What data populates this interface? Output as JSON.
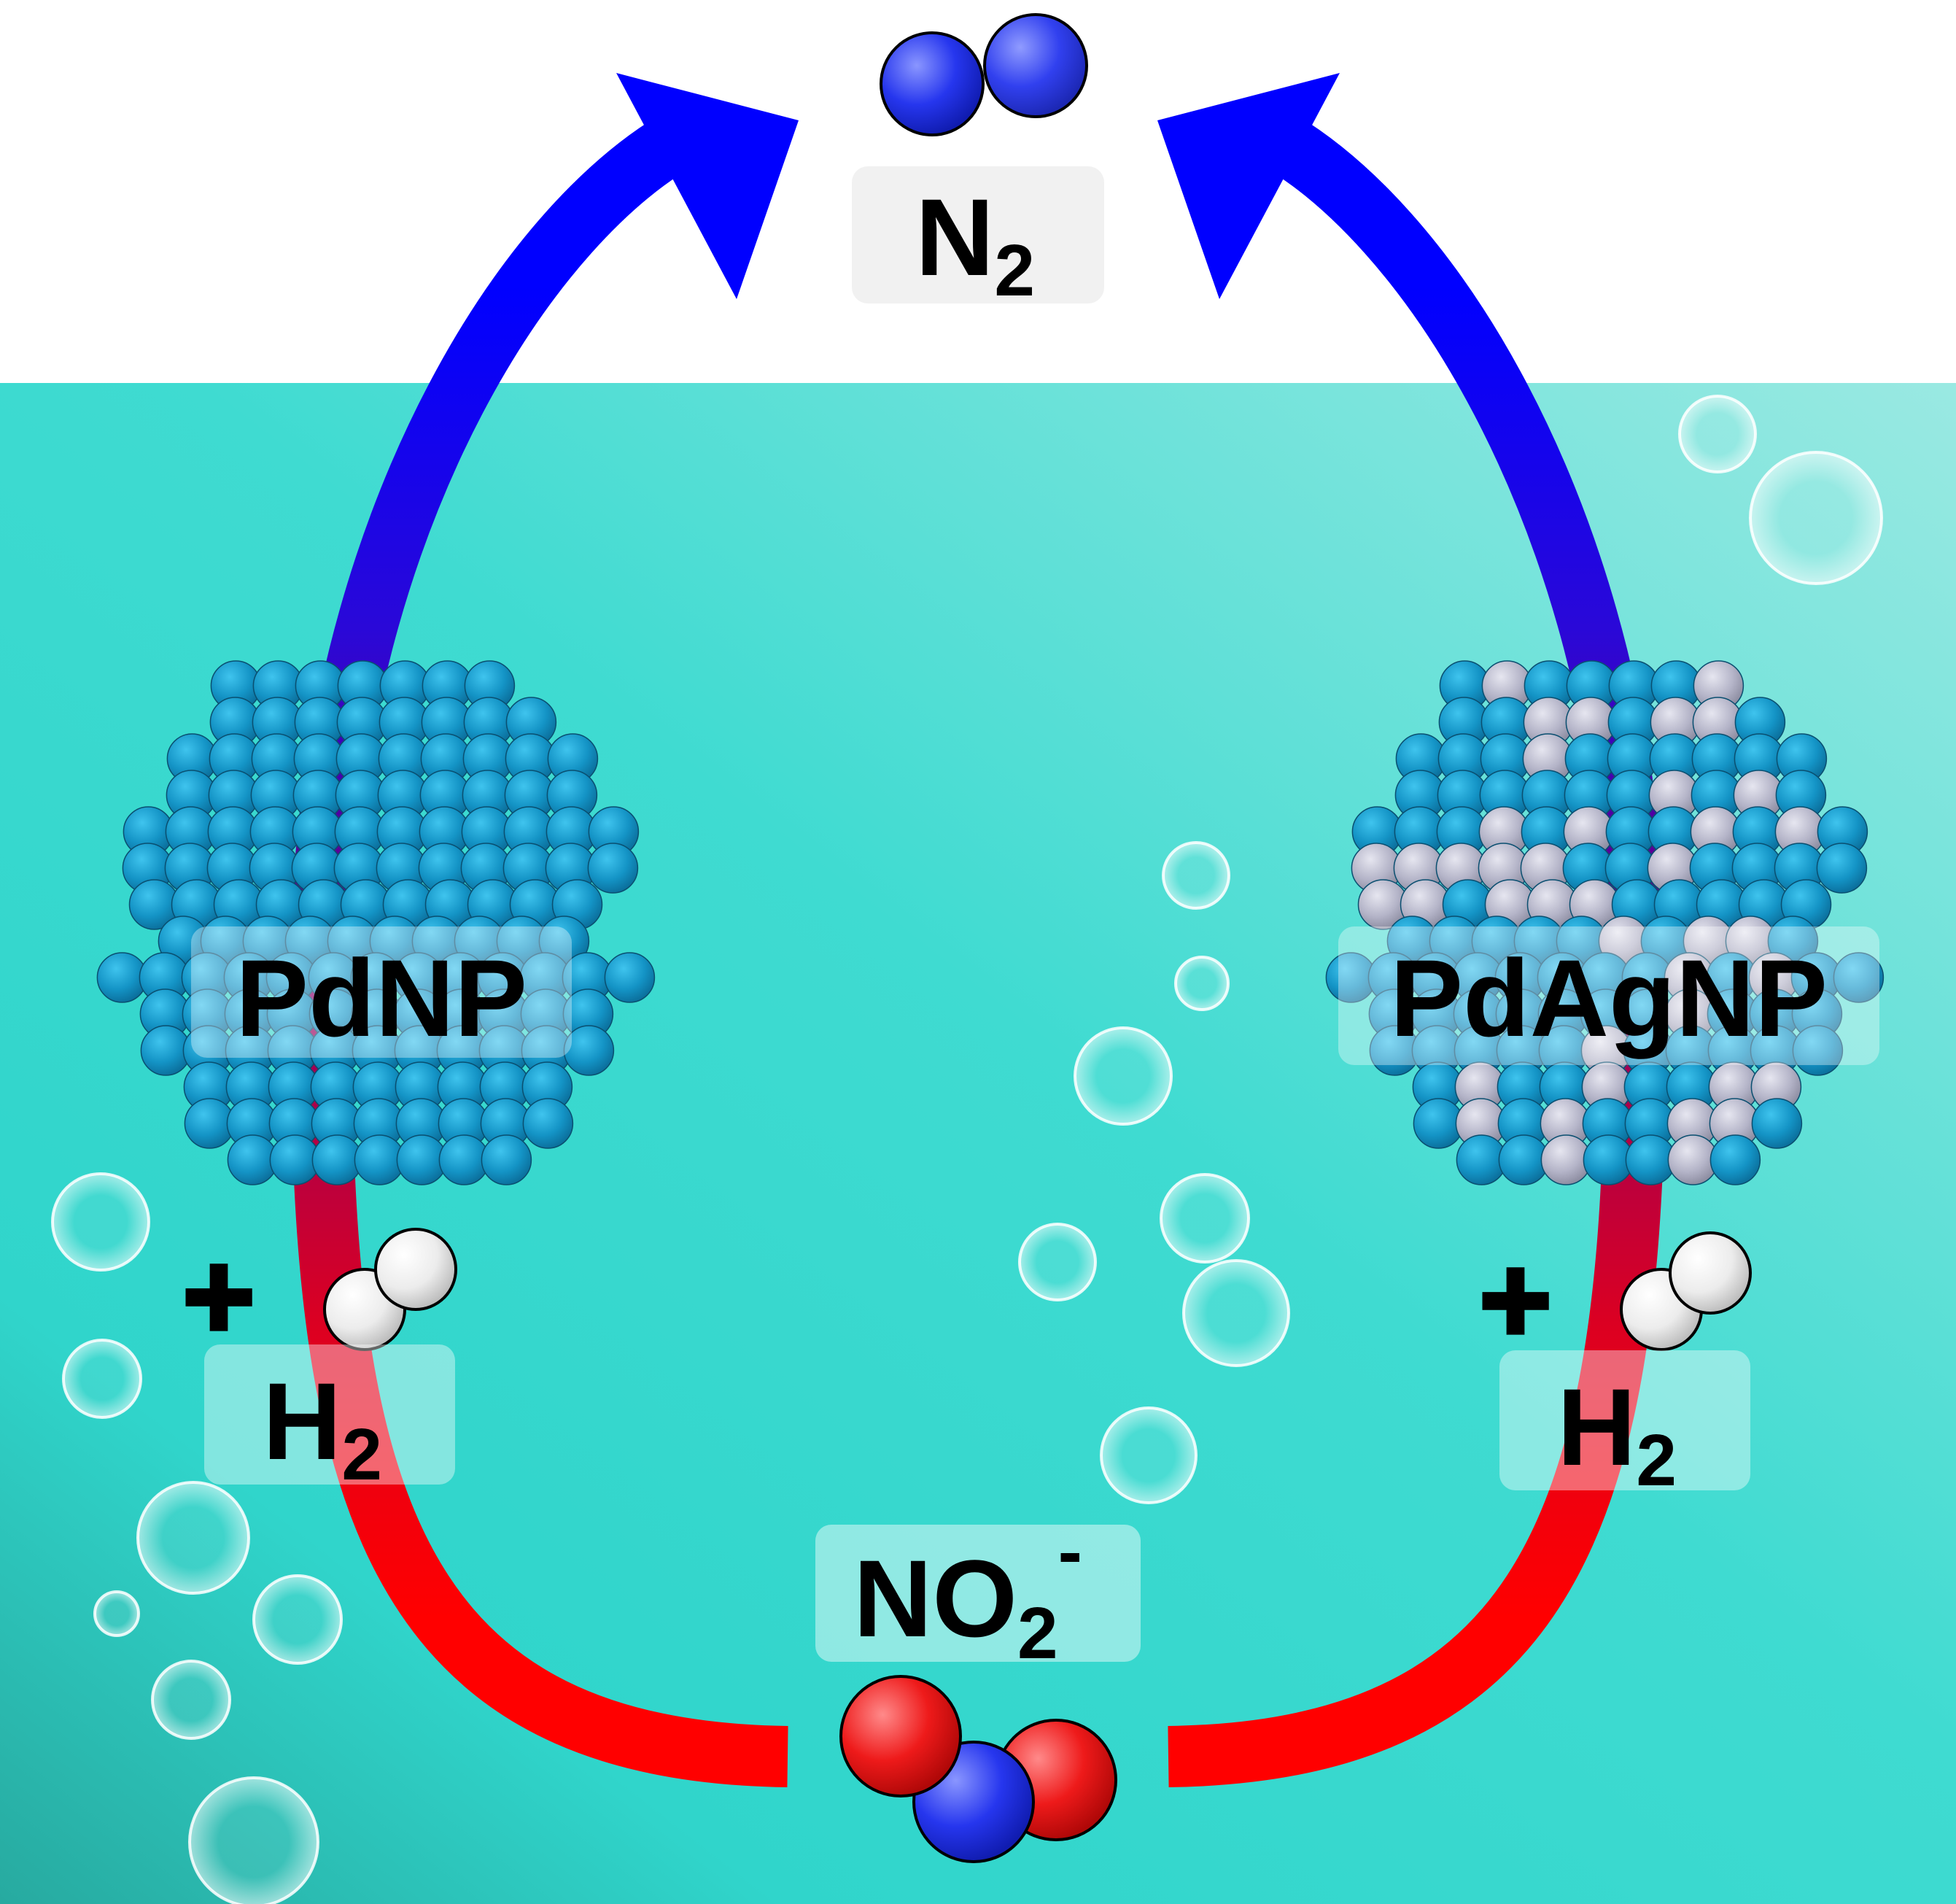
{
  "diagram": {
    "product": {
      "base": "N",
      "sub": "2",
      "sup": ""
    },
    "reactant": {
      "base": "NO",
      "sub": "2",
      "sup": "-"
    },
    "catalyst_left": {
      "label": "PdNP"
    },
    "catalyst_right": {
      "label": "PdAgNP"
    },
    "reagent_left": {
      "base": "H",
      "sub": "2",
      "plus": "+"
    },
    "reagent_right": {
      "base": "H",
      "sub": "2",
      "plus": "+"
    }
  },
  "colors": {
    "water_light": "#8ee6df",
    "water": "#35d6cc",
    "water_dark": "#2bb3a8",
    "arrow_top": "#0000ff",
    "arrow_mid": "#4a00b0",
    "arrow_magenta": "#b00050",
    "arrow_bottom": "#ff0000",
    "pd_atom": "#1296c8",
    "ag_atom": "#b4b4c8",
    "nitrogen": "#2233ee",
    "oxygen": "#ee1111",
    "hydrogen": "#f2f2f2"
  }
}
